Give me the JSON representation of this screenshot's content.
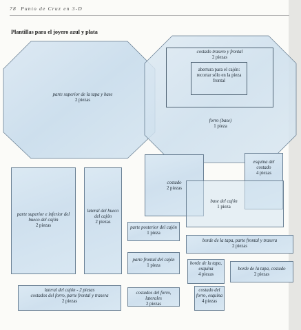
{
  "page": {
    "page_number": "78",
    "running_head": "Punto de Cruz en 3-D",
    "section_title": "Plantillas para el joyero azul y plata"
  },
  "pieces": {
    "tapa": {
      "name": "parte superior de la tapa y base",
      "count": "2 piezas"
    },
    "costado_trasero": {
      "name": "costado trasero y frontal",
      "count": "2 piezas"
    },
    "abertura": {
      "line1": "abertura para el cajón:",
      "line2": "recortar sólo en la pieza",
      "line3": "frontal"
    },
    "forro_base": {
      "name": "forro (base)",
      "count": "1 pieza"
    },
    "esquina_costado": {
      "line1": "esquina del",
      "line2": "costado",
      "count": "4 piezas"
    },
    "costado": {
      "name": "costado",
      "count": "2 piezas"
    },
    "base_cajon": {
      "name": "base del cajón",
      "count": "1 pieza"
    },
    "hueco_superior": {
      "line1": "parte superior e inferior del",
      "line2": "hueco del cajón",
      "count": "2 piezas"
    },
    "lateral_hueco": {
      "line1": "lateral del hueco",
      "line2": "del cajón",
      "count": "2 piezas"
    },
    "posterior_cajon": {
      "name": "parte posterior del cajón",
      "count": "1 pieza"
    },
    "borde_tapa_frontal": {
      "name": "borde de la tapa, parte frontal y trasera",
      "count": "2 piezas"
    },
    "frontal_cajon": {
      "name": "parte frontal del cajón",
      "count": "1 pieza"
    },
    "borde_tapa_esquina": {
      "line1": "borde de la tapa,",
      "line2": "esquina",
      "count": "4 piezas"
    },
    "borde_tapa_costado": {
      "name": "borde de la tapa, costado",
      "count": "2 piezas"
    },
    "lateral_cajon": {
      "line1": "lateral del cajón - 2 piezas",
      "line2": "costados del forro, parte frontal y trasera",
      "count": "2 piezas"
    },
    "costados_forro_laterales": {
      "name": "costados del forro, laterales",
      "count": "2 piezas"
    },
    "costado_forro_esquina": {
      "line1": "costado del",
      "line2": "forro, esquina",
      "count": "4 piezas"
    }
  },
  "colors": {
    "fill": "#d6e6f1",
    "stroke": "#6a8094"
  }
}
